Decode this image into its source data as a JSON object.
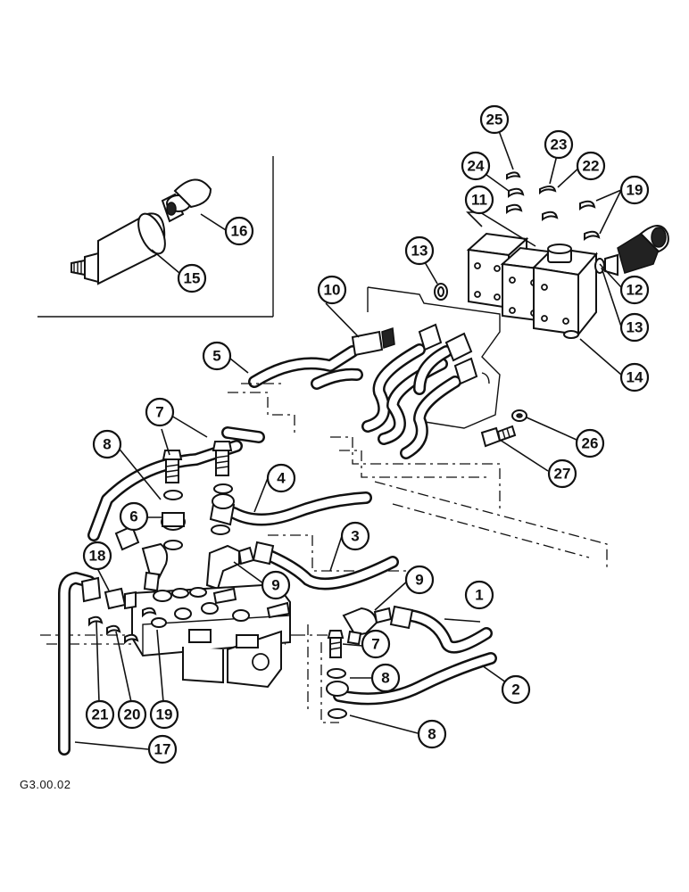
{
  "figure": {
    "code": "G3.00.02"
  },
  "callouts": [
    {
      "id": "c1",
      "label": "1"
    },
    {
      "id": "c2",
      "label": "2"
    },
    {
      "id": "c3",
      "label": "3"
    },
    {
      "id": "c4",
      "label": "4"
    },
    {
      "id": "c5",
      "label": "5"
    },
    {
      "id": "c6",
      "label": "6"
    },
    {
      "id": "c7a",
      "label": "7"
    },
    {
      "id": "c7b",
      "label": "7"
    },
    {
      "id": "c8a",
      "label": "8"
    },
    {
      "id": "c8b",
      "label": "8"
    },
    {
      "id": "c8c",
      "label": "8"
    },
    {
      "id": "c9a",
      "label": "9"
    },
    {
      "id": "c9b",
      "label": "9"
    },
    {
      "id": "c10",
      "label": "10"
    },
    {
      "id": "c11",
      "label": "11"
    },
    {
      "id": "c12",
      "label": "12"
    },
    {
      "id": "c13a",
      "label": "13"
    },
    {
      "id": "c13b",
      "label": "13"
    },
    {
      "id": "c14",
      "label": "14"
    },
    {
      "id": "c15",
      "label": "15"
    },
    {
      "id": "c16",
      "label": "16"
    },
    {
      "id": "c17",
      "label": "17"
    },
    {
      "id": "c18",
      "label": "18"
    },
    {
      "id": "c19a",
      "label": "19"
    },
    {
      "id": "c19b",
      "label": "19"
    },
    {
      "id": "c20",
      "label": "20"
    },
    {
      "id": "c21",
      "label": "21"
    },
    {
      "id": "c22",
      "label": "22"
    },
    {
      "id": "c23",
      "label": "23"
    },
    {
      "id": "c24",
      "label": "24"
    },
    {
      "id": "c25",
      "label": "25"
    },
    {
      "id": "c26",
      "label": "26"
    },
    {
      "id": "c27",
      "label": "27"
    }
  ]
}
